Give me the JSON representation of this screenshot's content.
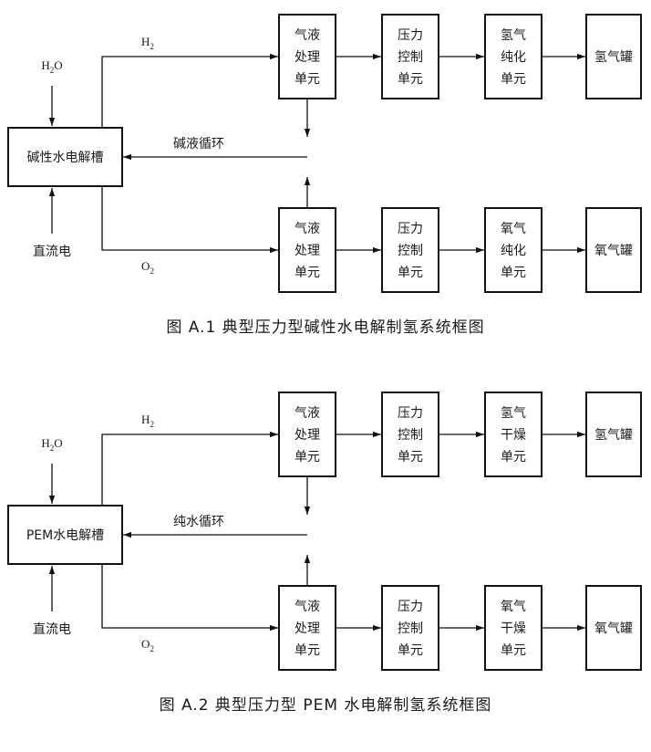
{
  "figures": [
    {
      "caption": "图 A.1   典型压力型碱性水电解制氢系统框图",
      "electrolyzer": "碱性水电解槽",
      "input_water": {
        "main": "H",
        "sub": "2",
        "tail": "O"
      },
      "input_power": "直流电",
      "h2_label": {
        "main": "H",
        "sub": "2"
      },
      "o2_label": {
        "main": "O",
        "sub": "2"
      },
      "recycle_label": "碱液循环",
      "h2_chain": [
        [
          "气液",
          "处理",
          "单元"
        ],
        [
          "压力",
          "控制",
          "单元"
        ],
        [
          "氢气",
          "纯化",
          "单元"
        ],
        [
          "氢气罐"
        ]
      ],
      "o2_chain": [
        [
          "气液",
          "处理",
          "单元"
        ],
        [
          "压力",
          "控制",
          "单元"
        ],
        [
          "氧气",
          "纯化",
          "单元"
        ],
        [
          "氧气罐"
        ]
      ]
    },
    {
      "caption": "图 A.2   典型压力型 PEM 水电解制氢系统框图",
      "electrolyzer": "PEM水电解槽",
      "input_water": {
        "main": "H",
        "sub": "2",
        "tail": "O"
      },
      "input_power": "直流电",
      "h2_label": {
        "main": "H",
        "sub": "2"
      },
      "o2_label": {
        "main": "O",
        "sub": "2"
      },
      "recycle_label": "纯水循环",
      "h2_chain": [
        [
          "气液",
          "处理",
          "单元"
        ],
        [
          "压力",
          "控制",
          "单元"
        ],
        [
          "氢气",
          "干燥",
          "单元"
        ],
        [
          "氢气罐"
        ]
      ],
      "o2_chain": [
        [
          "气液",
          "处理",
          "单元"
        ],
        [
          "压力",
          "控制",
          "单元"
        ],
        [
          "氧气",
          "干燥",
          "单元"
        ],
        [
          "氧气罐"
        ]
      ]
    }
  ]
}
